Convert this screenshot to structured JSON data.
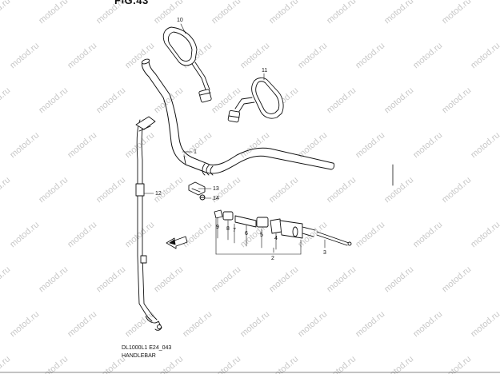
{
  "figure_label": "FIG.43",
  "diagram_code": "DL1000L1 E24_043",
  "caption": "HANDLEBAR",
  "watermark": "motod.ru",
  "callouts": [
    "10",
    "11",
    "1",
    "12",
    "13",
    "14",
    "9",
    "8",
    "7",
    "6",
    "5",
    "4",
    "2",
    "3"
  ],
  "front_indicator": "front-arrow-icon"
}
